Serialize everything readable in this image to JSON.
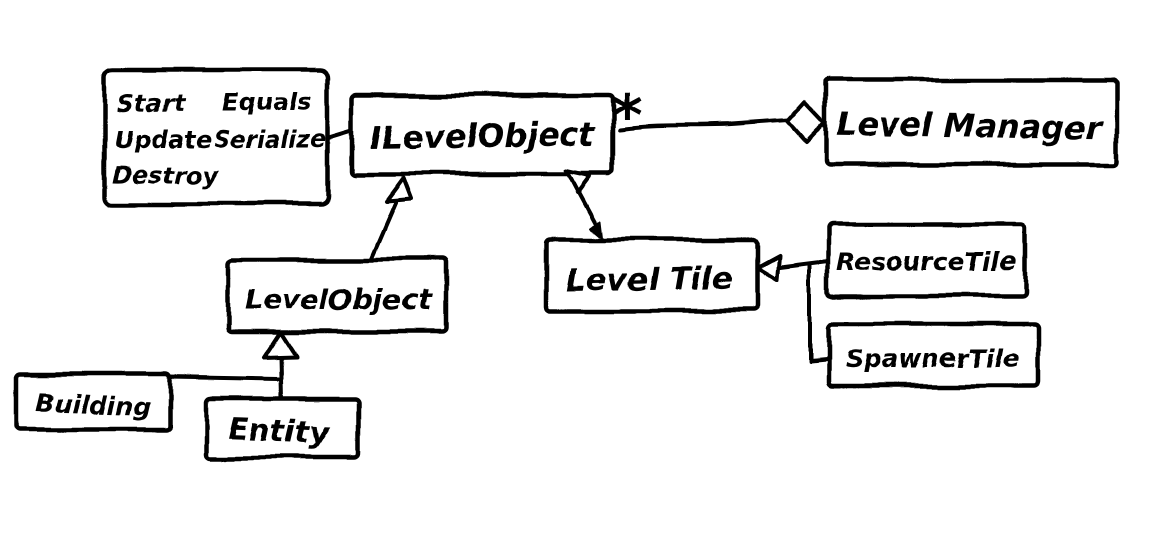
{
  "diagram": {
    "kind": "hand-drawn UML class diagram",
    "background_color": "#ffffff",
    "ink_color": "#000000",
    "nodes": {
      "methods_note": {
        "col1": [
          "Start",
          "Update",
          "Destroy"
        ],
        "col2": [
          "Equals",
          "Serialize"
        ]
      },
      "ilevelobject": {
        "label": "ILevelObject"
      },
      "levelmanager": {
        "label": "Level Manager"
      },
      "levelobject": {
        "label": "LevelObject"
      },
      "leveltile": {
        "label": "Level Tile"
      },
      "resourcetile": {
        "label": "ResourceTile"
      },
      "spawnertile": {
        "label": "SpawnerTile"
      },
      "building": {
        "label": "Building"
      },
      "entity": {
        "label": "Entity"
      }
    },
    "relations": {
      "aggregation_multiplicity": "*",
      "edges": [
        {
          "from": "methods note",
          "to": "ILevelObject",
          "type": "note-attachment"
        },
        {
          "from": "ILevelObject",
          "to": "Level Manager",
          "type": "aggregation",
          "multiplicity": "*"
        },
        {
          "from": "LevelObject",
          "to": "ILevelObject",
          "type": "generalization"
        },
        {
          "from": "Level Tile",
          "to": "ILevelObject",
          "type": "generalization"
        },
        {
          "from": "ResourceTile",
          "to": "Level Tile",
          "type": "generalization"
        },
        {
          "from": "SpawnerTile",
          "to": "Level Tile",
          "type": "generalization"
        },
        {
          "from": "Building",
          "to": "LevelObject",
          "type": "generalization"
        },
        {
          "from": "Entity",
          "to": "LevelObject",
          "type": "generalization"
        }
      ]
    }
  }
}
